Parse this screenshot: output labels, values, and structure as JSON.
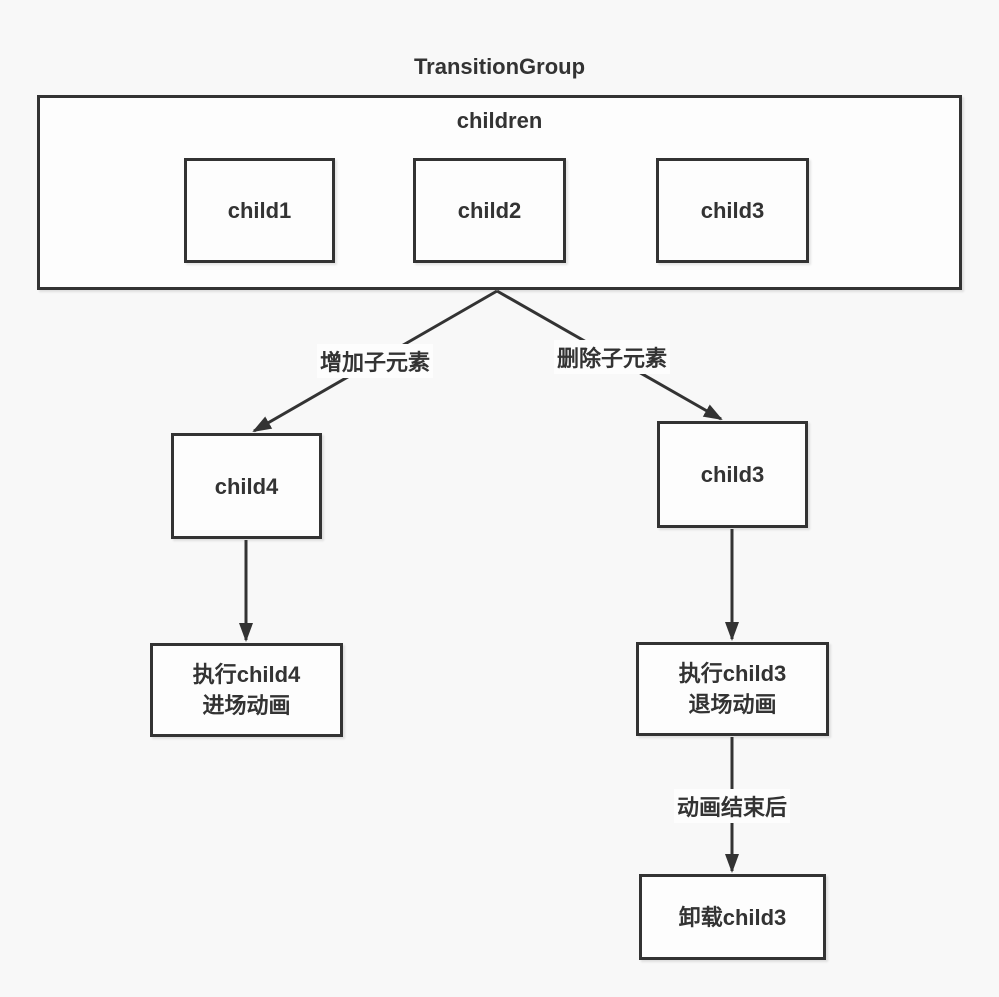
{
  "diagram": {
    "title": "TransitionGroup",
    "group": {
      "label": "children",
      "items": [
        {
          "label": "child1"
        },
        {
          "label": "child2"
        },
        {
          "label": "child3"
        }
      ]
    },
    "add_branch": {
      "edge_label": "增加子元素",
      "node_label": "child4",
      "action_line1": "执行child4",
      "action_line2": "进场动画"
    },
    "remove_branch": {
      "edge_label": "删除子元素",
      "node_label": "child3",
      "action_line1": "执行child3",
      "action_line2": "退场动画",
      "after_edge_label": "动画结束后",
      "final_label": "卸载child3"
    },
    "colors": {
      "background": "#f8f8f8",
      "box_fill": "#fdfdfd",
      "stroke": "#333333",
      "text": "#333333"
    }
  }
}
